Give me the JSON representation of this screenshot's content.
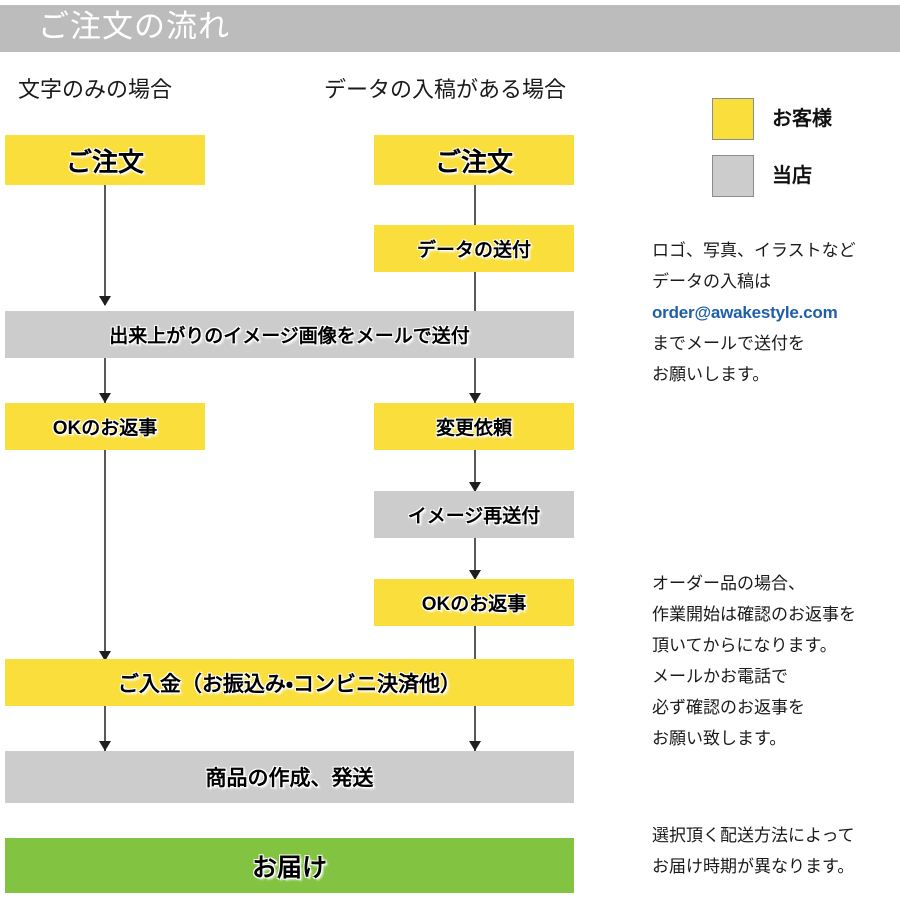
{
  "header": {
    "title": "ご注文の流れ",
    "bar_color": "#bcbcbc",
    "text_color": "#ffffff"
  },
  "columns": {
    "left_heading": "文字のみの場合",
    "right_heading": "データの入稿がある場合"
  },
  "legend": {
    "items": [
      {
        "swatch": "yellow",
        "color": "#fade3c",
        "label": "お客様"
      },
      {
        "swatch": "grey",
        "color": "#cccccc",
        "label": "当店"
      }
    ]
  },
  "palette": {
    "customer_yellow": "#fade3c",
    "shop_grey": "#cccccc",
    "delivery_green": "#82c341",
    "header_grey": "#bcbcbc",
    "connector_grey": "#58595b",
    "email_blue": "#1f5fa9"
  },
  "flow": {
    "nodes": [
      {
        "id": "order-left",
        "label": "ご注文",
        "color": "yellow",
        "column": "left"
      },
      {
        "id": "order-right",
        "label": "ご注文",
        "color": "yellow",
        "column": "right"
      },
      {
        "id": "data-send",
        "label": "データの送付",
        "color": "yellow",
        "column": "right"
      },
      {
        "id": "image-mail",
        "label": "出来上がりのイメージ画像をメールで送付",
        "color": "grey",
        "column": "both"
      },
      {
        "id": "ok-reply-left",
        "label": "OKのお返事",
        "color": "yellow",
        "column": "left"
      },
      {
        "id": "change-request",
        "label": "変更依頼",
        "color": "yellow",
        "column": "right"
      },
      {
        "id": "image-resend",
        "label": "イメージ再送付",
        "color": "grey",
        "column": "right"
      },
      {
        "id": "ok-reply-right",
        "label": "OKのお返事",
        "color": "yellow",
        "column": "right"
      },
      {
        "id": "payment",
        "label": "ご入金（お振込み・コンビニ決済他）",
        "color": "yellow",
        "column": "both"
      },
      {
        "id": "make-ship",
        "label": "商品の作成、発送",
        "color": "grey",
        "column": "both"
      },
      {
        "id": "delivery",
        "label": "お届け",
        "color": "green",
        "column": "both"
      }
    ]
  },
  "notes": {
    "data_submission": [
      "ロゴ、写真、イラストなど",
      "データの入稿は",
      "order@awakestyle.com",
      "までメールで送付を",
      "お願いします。"
    ],
    "order_confirmation": [
      "オーダー品の場合、",
      "作業開始は確認のお返事を",
      "頂いてからになります。",
      "メールかお電話で",
      "必ず確認のお返事を",
      "お願い致します。"
    ],
    "shipping_notice": [
      "選択頂く配送方法によって",
      "お届け時期が異なります。"
    ]
  }
}
